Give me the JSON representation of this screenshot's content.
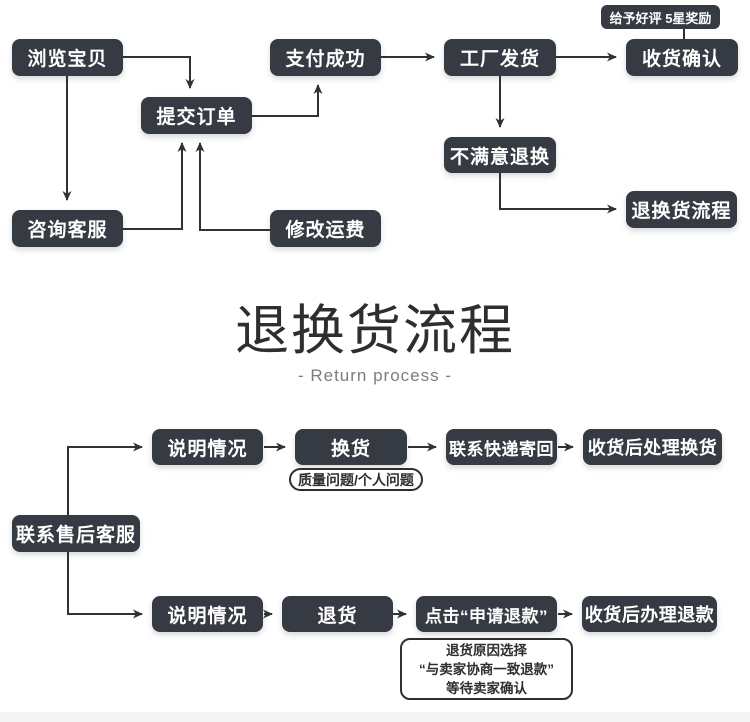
{
  "colors": {
    "node_background": "#363a43",
    "node_text": "#ffffff",
    "connector_line": "#2f3338",
    "note_border": "#2f2f2f",
    "note_text": "#2f2f2f",
    "title_text": "#2e2e2e",
    "subtitle_text": "#7d7d7d",
    "footer_strip": "#f4f4f4"
  },
  "order_flow": {
    "browse": "浏览宝贝",
    "submit_order": "提交订单",
    "payment_success": "支付成功",
    "factory_ship": "工厂发货",
    "receive_confirm": "收货确认",
    "reward_note": "给予好评 5星奖励",
    "consult_service": "咨询客服",
    "modify_shipping": "修改运费",
    "unsatisfied_return": "不满意退换",
    "return_process_link": "退换货流程"
  },
  "section_title": {
    "heading": "退换货流程",
    "subtitle": "- Return process -"
  },
  "return_flow": {
    "contact_after_sales": "联系售后客服",
    "row_exchange": {
      "explain": "说明情况",
      "exchange": "换货",
      "reason_note": "质量问题/个人问题",
      "contact_courier": "联系快递寄回",
      "handle_exchange": "收货后处理换货"
    },
    "row_refund": {
      "explain": "说明情况",
      "refund": "退货",
      "click_apply": "点击“申请退款”",
      "handle_refund": "收货后办理退款",
      "note_line1": "退货原因选择",
      "note_line2": "“与卖家协商一致退款”",
      "note_line3": "等待卖家确认"
    }
  }
}
